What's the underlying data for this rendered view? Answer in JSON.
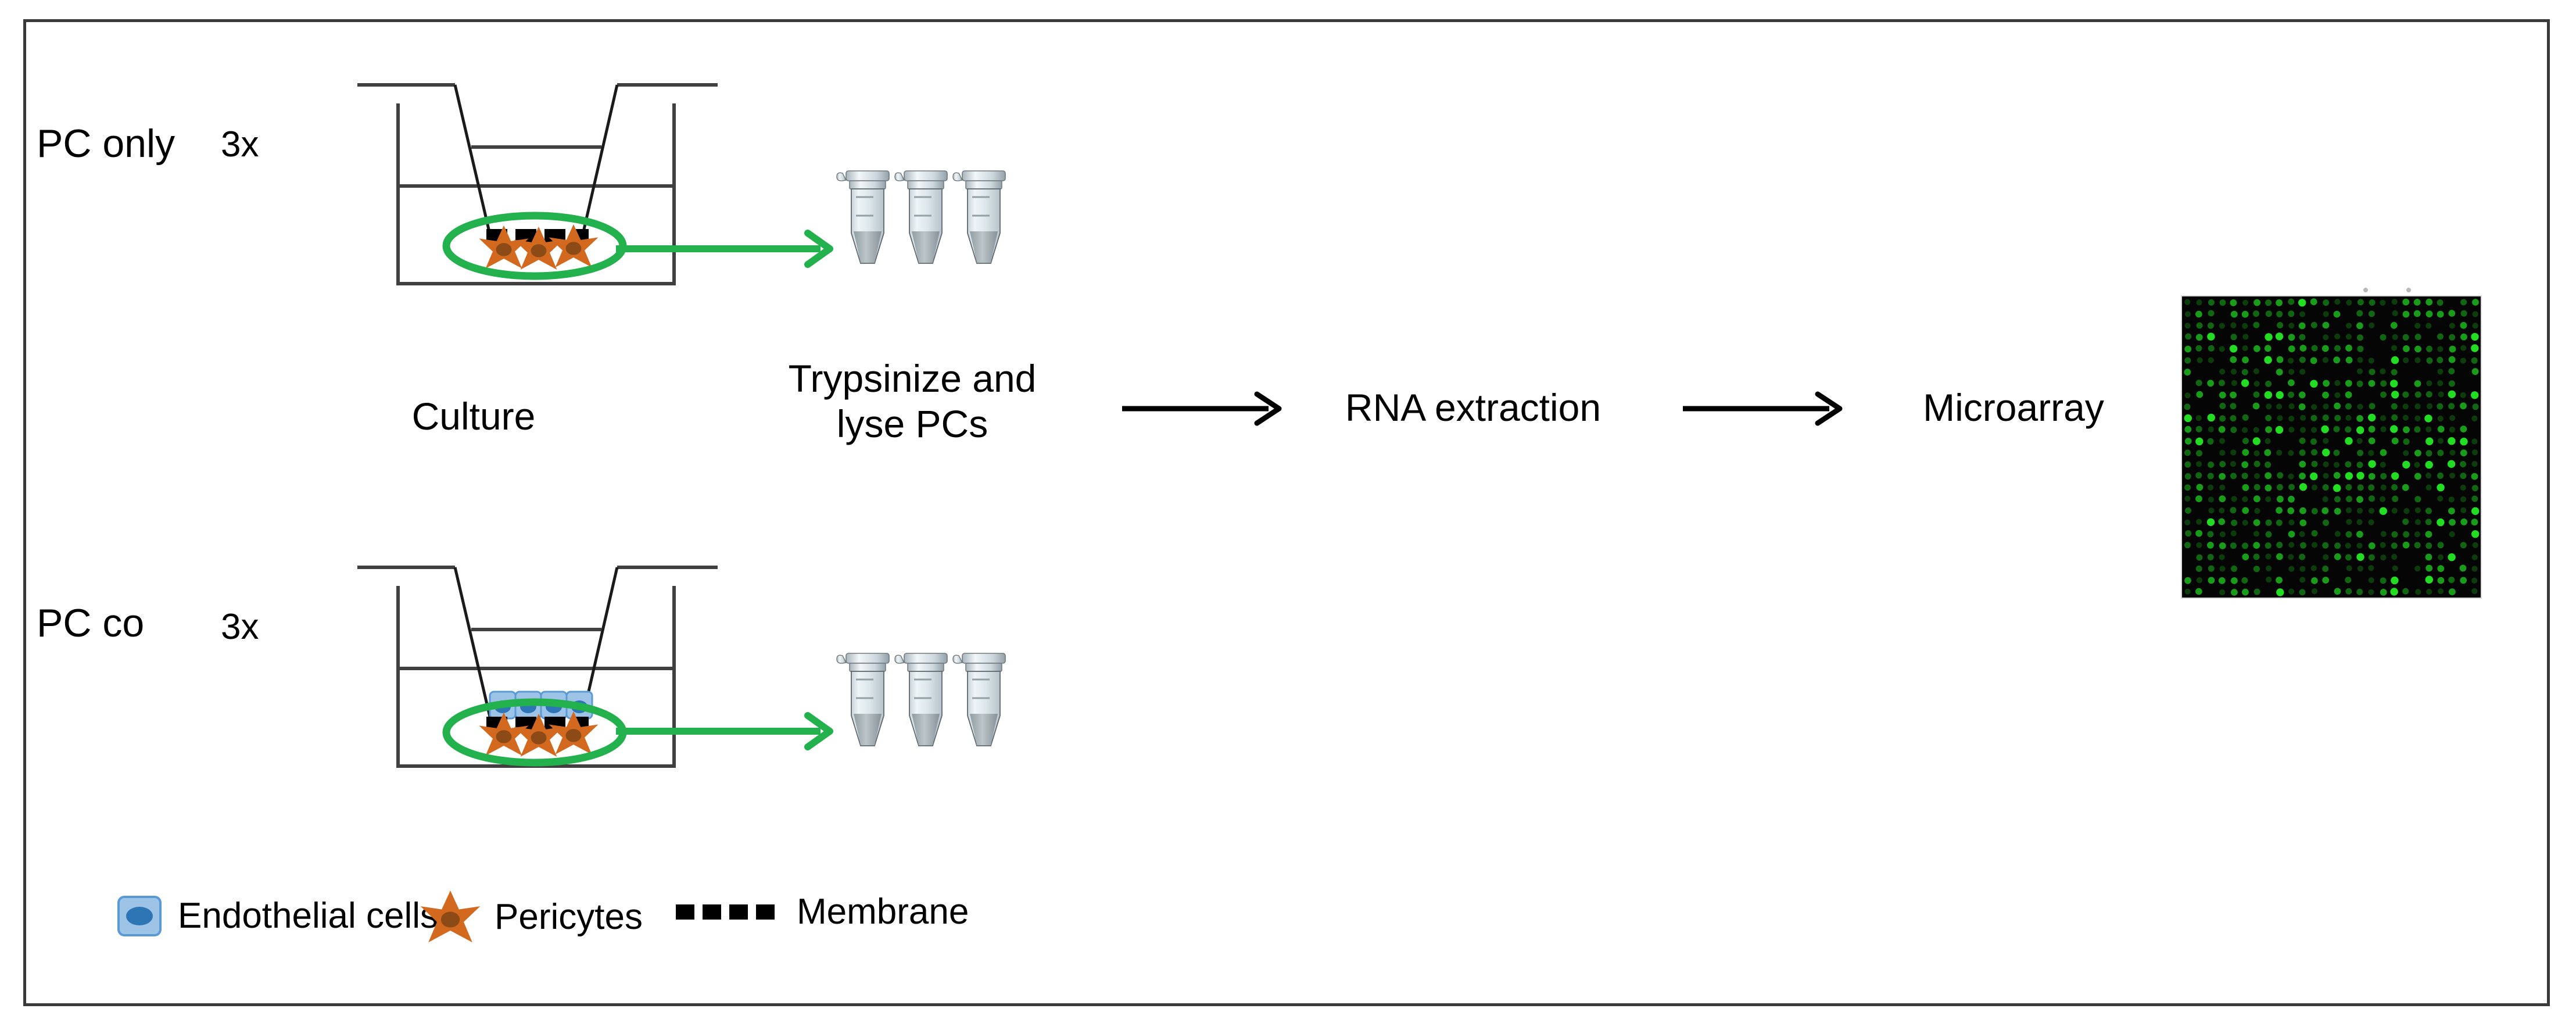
{
  "figure": {
    "title": "Pericyte monoculture and co-culture transwell microarray workflow",
    "border_color": "#3a3a3a",
    "background": "#ffffff"
  },
  "palette": {
    "pericyte_orange": "#d2691e",
    "pericyte_nucleus": "#8b4a16",
    "endothelial_fill": "#9dc3e6",
    "endothelial_stroke": "#5b9bd5",
    "endothelial_nucleus": "#2e75b6",
    "membrane_black": "#000000",
    "highlight_green": "#22b14c",
    "well_stroke": "#404040",
    "arrow_black": "#000000",
    "microarray_background": "#050505",
    "microarray_spot": "#22dd22"
  },
  "rows": [
    {
      "id": "pc-only",
      "condition_label": "PC only",
      "replicate_label": "3x",
      "has_endothelial_cells": false,
      "pericyte_count": 3,
      "membrane_dashes": 4,
      "tube_count": 3
    },
    {
      "id": "pc-co",
      "condition_label": "PC co",
      "replicate_label": "3x",
      "has_endothelial_cells": true,
      "endothelial_count": 4,
      "pericyte_count": 3,
      "membrane_dashes": 4,
      "tube_count": 3
    }
  ],
  "steps": [
    {
      "id": "culture",
      "label": "Culture"
    },
    {
      "id": "trypsinize",
      "label": "Trypsinize and\nlyse PCs"
    },
    {
      "id": "rna-extraction",
      "label": "RNA extraction"
    },
    {
      "id": "microarray",
      "label": "Microarray"
    }
  ],
  "arrows": [
    {
      "id": "arrow-trypsinize-to-rna",
      "color": "#000000",
      "direction": "right"
    },
    {
      "id": "arrow-rna-to-microarray",
      "color": "#000000",
      "direction": "right"
    },
    {
      "id": "arrow-pc-only-harvest",
      "color": "#22b14c",
      "direction": "right"
    },
    {
      "id": "arrow-pc-co-harvest",
      "color": "#22b14c",
      "direction": "right"
    }
  ],
  "legend": [
    {
      "id": "endothelial-cells",
      "icon": "endothelial-cell-icon",
      "label": "Endothelial  cells"
    },
    {
      "id": "pericytes",
      "icon": "pericyte-star-icon",
      "label": "Pericytes"
    },
    {
      "id": "membrane",
      "icon": "dashed-membrane-icon",
      "label": "Membrane"
    }
  ],
  "microarray": {
    "id": "microarray-image",
    "description": "Green fluorescence DNA microarray scan",
    "columns": 26,
    "rows": 26,
    "background": "#050505",
    "spot_color": "#22dd22"
  }
}
